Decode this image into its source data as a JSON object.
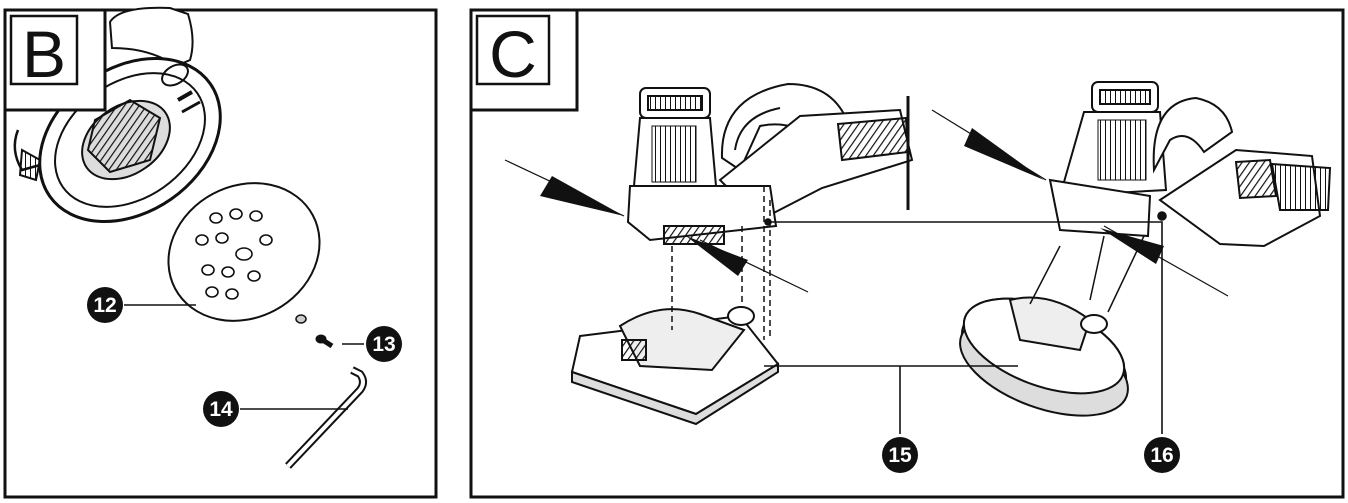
{
  "panels": {
    "b": {
      "letter": "B"
    },
    "c": {
      "letter": "C"
    }
  },
  "callouts": {
    "c12": "12",
    "c13": "13",
    "c14": "14",
    "c15": "15",
    "c16": "16"
  },
  "colors": {
    "ink": "#111111",
    "paper": "#ffffff"
  }
}
